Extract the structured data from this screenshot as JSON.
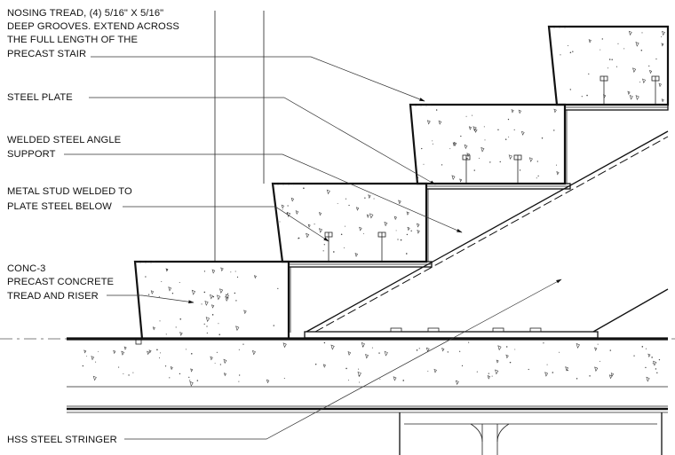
{
  "labels": {
    "nosing_line1": "NOSING TREAD, (4) 5/16\" X 5/16\"",
    "nosing_line2": "DEEP GROOVES. EXTEND ACROSS",
    "nosing_line3": "THE FULL LENGTH OF THE",
    "nosing_line4": "PRECAST STAIR",
    "steel_plate": "STEEL PLATE",
    "angle_line1": "WELDED STEEL ANGLE",
    "angle_line2": "SUPPORT",
    "stud_line1": "METAL STUD WELDED TO",
    "stud_line2": "PLATE STEEL BELOW",
    "conc_line1": "CONC-3",
    "conc_line2": "PRECAST CONCRETE",
    "conc_line3": "TREAD AND RISER",
    "hss": "HSS STEEL STRINGER"
  },
  "colors": {
    "ink": "#111111",
    "background": "#ffffff"
  }
}
